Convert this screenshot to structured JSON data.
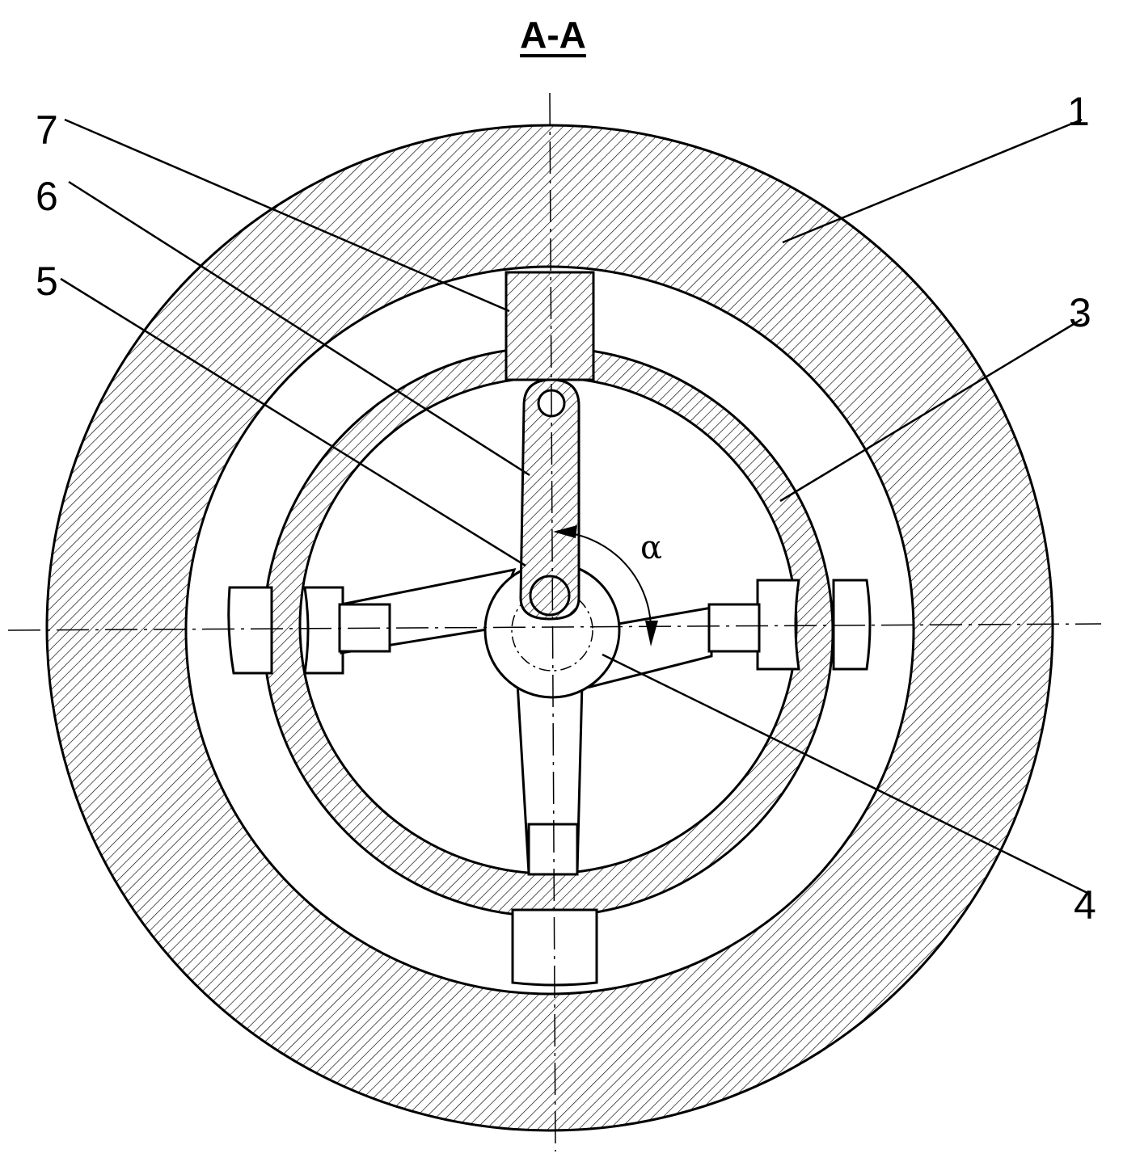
{
  "section_title": "A-A",
  "callouts": {
    "c1": "1",
    "c3": "3",
    "c4": "4",
    "c5": "5",
    "c6": "6",
    "c7": "7"
  },
  "angle_label": "α",
  "colors": {
    "ink": "#000000",
    "paper": "#ffffff"
  }
}
